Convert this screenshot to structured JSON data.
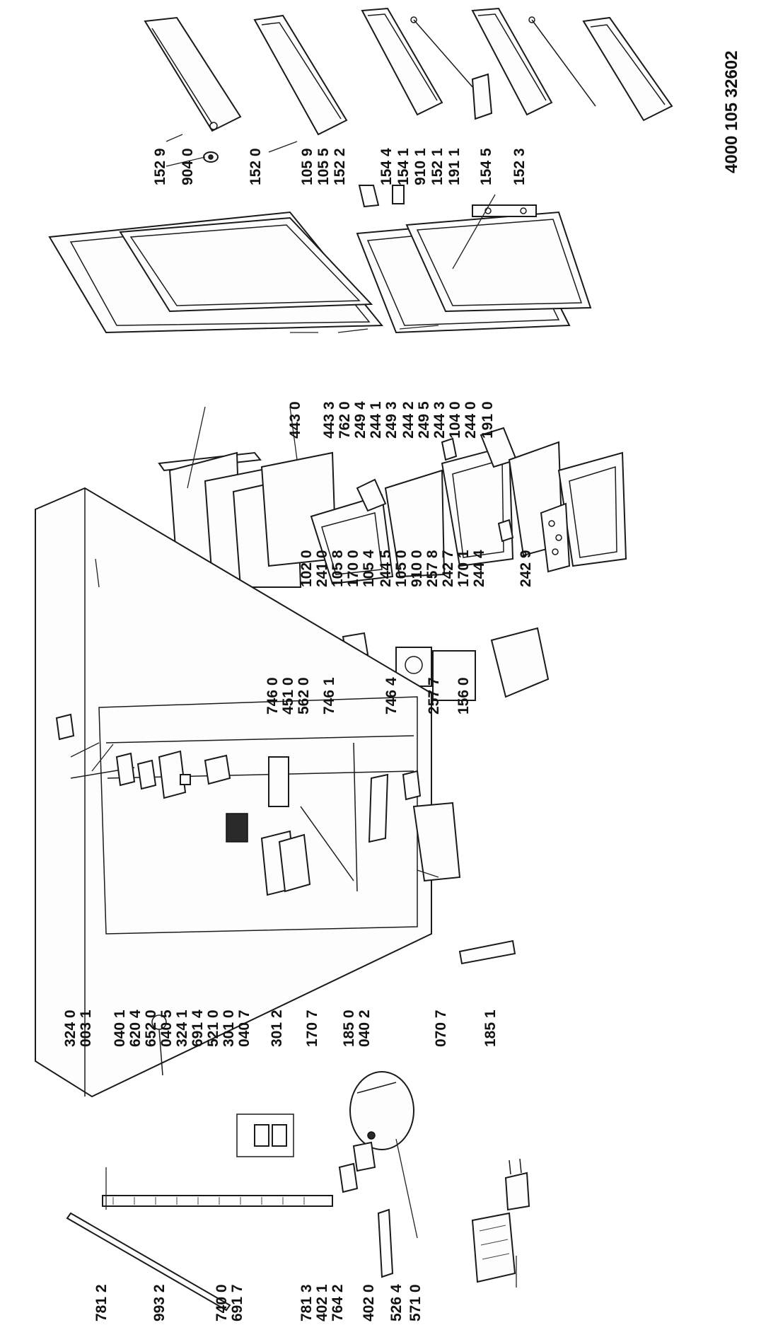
{
  "document_number": "4000 105 32602",
  "labels": [
    "152 9",
    "904 0",
    "152 0",
    "105 9",
    "105 5",
    "152 2",
    "154 4",
    "154 1",
    "910 1",
    "152 1",
    "191 1",
    "154 5",
    "152 3",
    "443 0",
    "443 3",
    "762 0",
    "249 4",
    "244 1",
    "249 3",
    "244 2",
    "249 5",
    "244 3",
    "104 0",
    "244 0",
    "191 0",
    "102 0",
    "241 0",
    "105 8",
    "170 0",
    "105 4",
    "244 5",
    "105 0",
    "910 0",
    "257 8",
    "242 7",
    "170 1",
    "244 4",
    "242 9",
    "746 0",
    "451 0",
    "562 0",
    "746 1",
    "746 4",
    "257 7",
    "156 0",
    "324 0",
    "003 1",
    "040 1",
    "620 4",
    "652 0",
    "040 5",
    "324 1",
    "691 4",
    "521 0",
    "301 0",
    "040 7",
    "301 2",
    "170 7",
    "185 0",
    "040 2",
    "070 7",
    "185 1",
    "781 2",
    "993 2",
    "740 0",
    "691 7",
    "781 3",
    "402 1",
    "764 2",
    "402 0",
    "526 4",
    "571 0"
  ]
}
